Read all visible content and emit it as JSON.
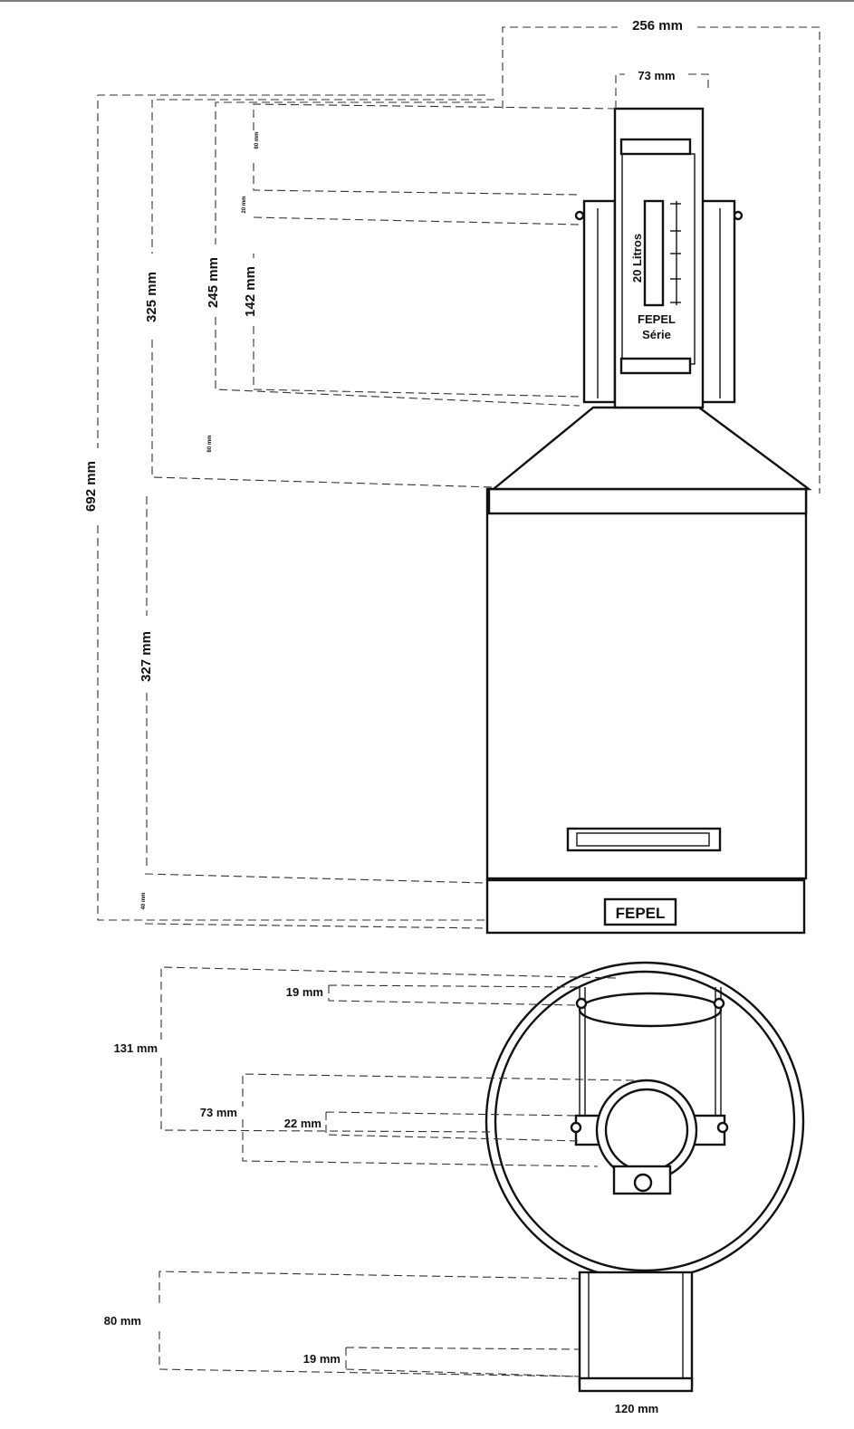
{
  "dimensions": {
    "total_width": "256 mm",
    "top_width": "73 mm",
    "top_small": "80 mm",
    "gauge_small": "20 mm",
    "gauge_height": "142 mm",
    "upper_height": "245 mm",
    "lower_small": "80 mm",
    "upper_body": "325 mm",
    "body_height": "327 mm",
    "base_small": "40 mm",
    "total_height": "692 mm",
    "bottom_19a": "19 mm",
    "bottom_131": "131 mm",
    "bottom_73": "73 mm",
    "bottom_22": "22 mm",
    "bottom_80": "80 mm",
    "bottom_19b": "19 mm",
    "bottom_120": "120 mm"
  },
  "gauge": {
    "capacity": "20 Litros",
    "brand": "FEPEL",
    "series": "Série"
  },
  "body": {
    "logo": "FEPEL"
  },
  "colors": {
    "line": "#111111",
    "dimension_line": "#333333",
    "background": "#ffffff"
  }
}
